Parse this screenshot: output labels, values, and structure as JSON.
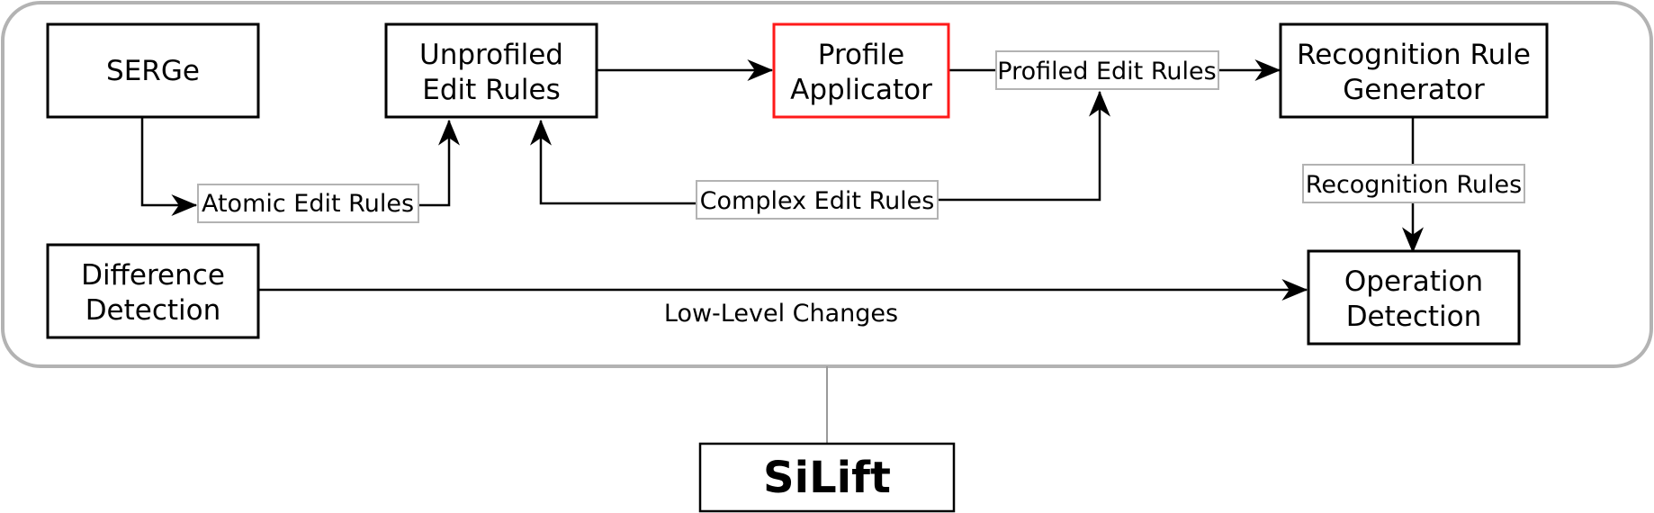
{
  "colors": {
    "frame": "#b3b3b3",
    "node_border": "#000000",
    "highlight_border": "#ff1a1a",
    "label_box_border": "#b3b3b3"
  },
  "nodes": {
    "serge": {
      "lines": [
        "SERGe"
      ]
    },
    "unprofiled": {
      "lines": [
        "Unprofiled",
        "Edit Rules"
      ]
    },
    "profile_applicator": {
      "lines": [
        "Profile",
        "Applicator"
      ],
      "highlighted": true
    },
    "recognition_generator": {
      "lines": [
        "Recognition Rule",
        "Generator"
      ]
    },
    "difference_detection": {
      "lines": [
        "Difference",
        "Detection"
      ]
    },
    "operation_detection": {
      "lines": [
        "Operation",
        "Detection"
      ]
    },
    "silift": {
      "lines": [
        "SiLift"
      ]
    }
  },
  "edge_labels": {
    "atomic_edit_rules": "Atomic Edit Rules",
    "complex_edit_rules": "Complex Edit Rules",
    "profiled_edit_rules": "Profiled Edit Rules",
    "recognition_rules": "Recognition Rules",
    "low_level_changes": "Low-Level Changes"
  }
}
